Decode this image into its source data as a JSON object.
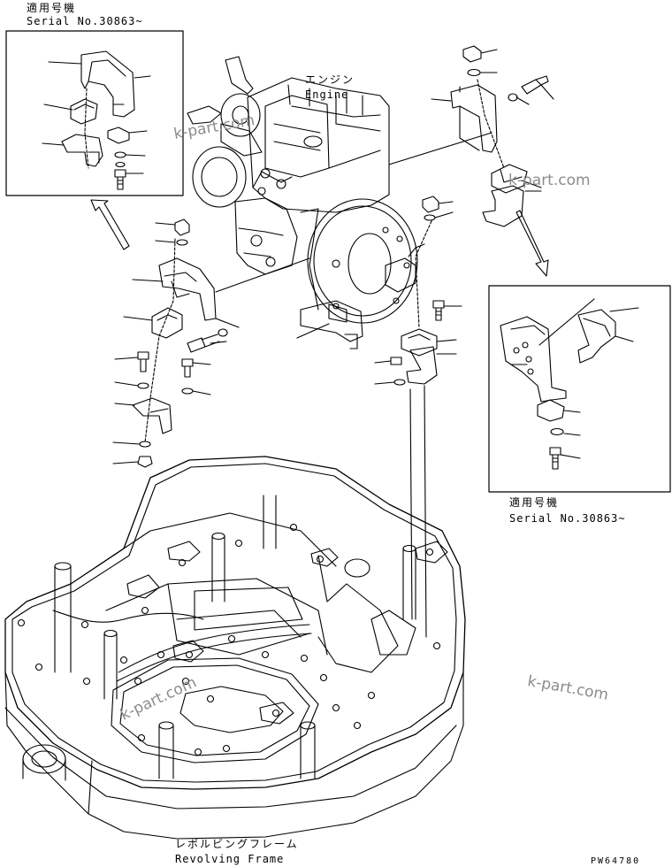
{
  "labels": {
    "top_left_serial_jp": "適用号機",
    "top_left_serial_en": "Serial No.30863~",
    "engine_jp": "エンジン",
    "engine_en": "Engine",
    "right_serial_jp": "適用号機",
    "right_serial_en": "Serial No.30863~",
    "frame_jp": "レボルビングフレーム",
    "frame_en": "Revolving Frame",
    "drawing_code": "PW64780"
  },
  "watermarks": [
    "k-part.com",
    "k-part.com",
    "k-part.com",
    "k-part.com"
  ],
  "colors": {
    "line": "#000000",
    "watermark": "#8c8c8c",
    "background": "#ffffff"
  }
}
